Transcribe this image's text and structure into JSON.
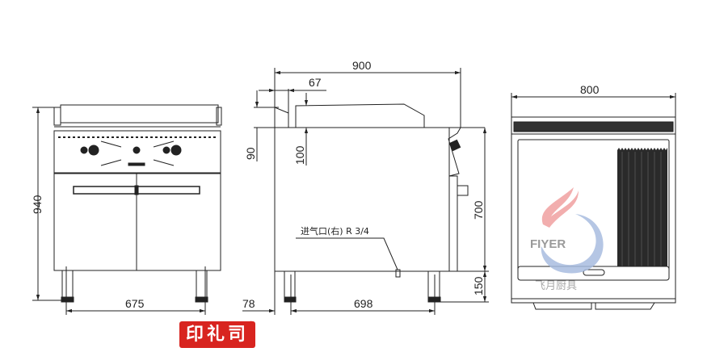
{
  "dimensions": {
    "front_height": "940",
    "front_leg_span": "675",
    "side_width": "900",
    "side_splash": "67",
    "side_splash_height": "90",
    "side_griddle_height": "100",
    "side_body_height": "700",
    "side_leg_height": "150",
    "side_leg_offset": "78",
    "side_leg_span": "698",
    "top_width": "800"
  },
  "annotations": {
    "gas_inlet": "进气口(右) R 3/4"
  },
  "watermark": {
    "brand": "FIYER",
    "brand_cn": "飞月厨具"
  },
  "stamp": {
    "text": "印礼司",
    "reg": "®"
  },
  "colors": {
    "line": "#222222",
    "stamp": "#d8241f",
    "logo_red": "#f0a0a0",
    "logo_blue": "#a9bde0",
    "logo_text": "#9a9a9a"
  }
}
